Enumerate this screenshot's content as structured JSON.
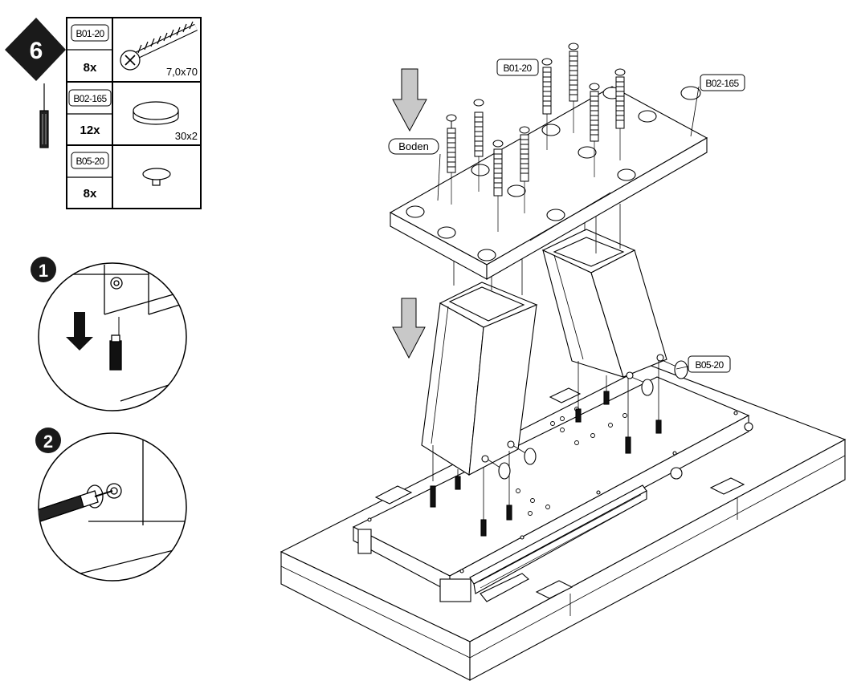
{
  "step": {
    "number": "6"
  },
  "parts": [
    {
      "code": "B01-20",
      "quantity": "8x",
      "size": "7,0x70",
      "icon": "screw-icon"
    },
    {
      "code": "B02-165",
      "quantity": "12x",
      "size": "30x2",
      "icon": "disc-icon"
    },
    {
      "code": "B05-20",
      "quantity": "8x",
      "size": "",
      "icon": "glide-icon"
    }
  ],
  "substeps": [
    {
      "number": "1"
    },
    {
      "number": "2"
    }
  ],
  "callouts": {
    "screws": "B01-20",
    "discs": "B02-165",
    "board": "Boden",
    "glides": "B05-20"
  },
  "colors": {
    "line": "#000000",
    "arrow_fill": "#c8c8c8",
    "badge": "#1a1a1a"
  }
}
